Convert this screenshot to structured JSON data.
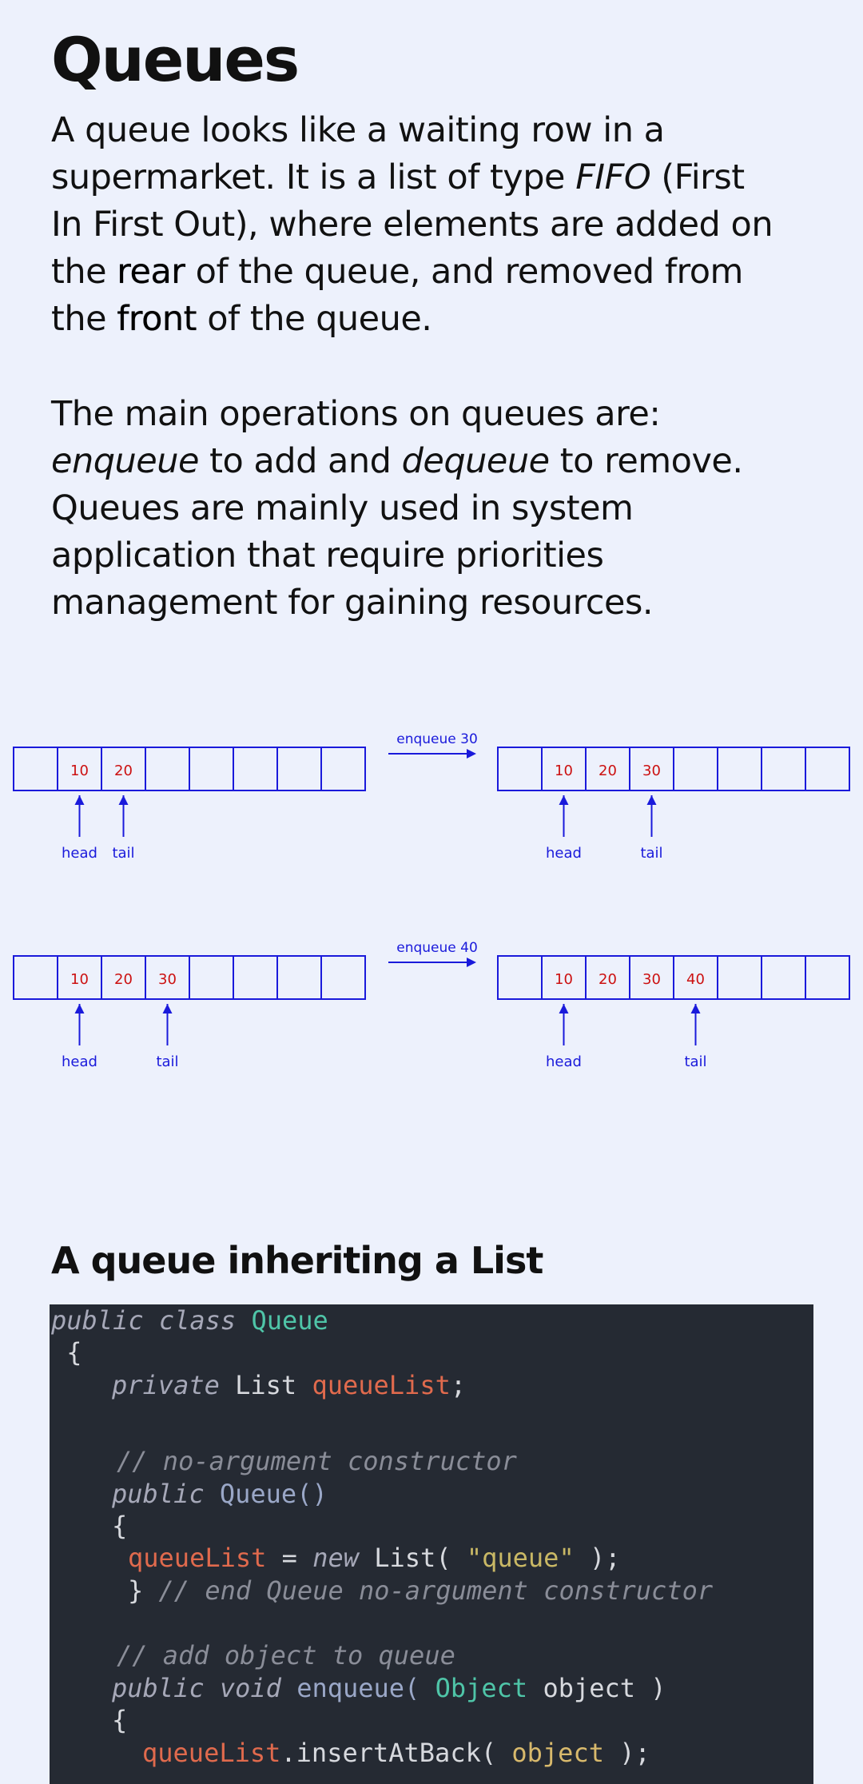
{
  "title": "Queues",
  "para1": {
    "l1": "A queue looks like a waiting row in a",
    "l2_a": "supermarket. It is a list of type ",
    "l2_fifo": "FIFO",
    "l2_b": " (First",
    "l3": "In First Out), where elements are added on",
    "l4_a": "the ",
    "l4_rear": "rear",
    "l4_b": " of the queue, and removed from",
    "l5_a": "the ",
    "l5_front": "front",
    "l5_b": " of the queue."
  },
  "para2": {
    "l1": "The main operations on queues are:",
    "l2_enq": "enqueue",
    "l2_a": " to add and ",
    "l2_deq": "dequeue",
    "l2_b": " to remove.",
    "l3": "Queues are mainly used in system",
    "l4": "application that require priorities",
    "l5": "management for gaining resources."
  },
  "diagram": {
    "colors": {
      "cell_border": "#1a1adb",
      "value": "#cc1111",
      "arrow": "#1a1adb"
    },
    "row1": {
      "op_label": "enqueue 30",
      "before": [
        "",
        "10",
        "20",
        "",
        "",
        "",
        "",
        ""
      ],
      "after": [
        "",
        "10",
        "20",
        "30",
        "",
        "",
        "",
        ""
      ],
      "head_label": "head",
      "tail_label": "tail"
    },
    "row2": {
      "op_label": "enqueue 40",
      "before": [
        "",
        "10",
        "20",
        "30",
        "",
        "",
        "",
        ""
      ],
      "after": [
        "",
        "10",
        "20",
        "30",
        "40",
        "",
        "",
        ""
      ],
      "head_label": "head",
      "tail_label": "tail"
    }
  },
  "section_title": "A queue inheriting a List",
  "code": {
    "l1_kw": "public class ",
    "l1_ty": "Queue",
    "l2": " {",
    "l3_kw": "private ",
    "l3_pl": "List ",
    "l3_fld": "queueList",
    "l3_end": ";",
    "l5_cm": "// no-argument constructor",
    "l6_kw": "public ",
    "l6_fn": "Queue()",
    "l7": "{",
    "l8_fld": "queueList",
    "l8_pl": " = ",
    "l8_kw": "new ",
    "l8_pl2": "List( ",
    "l8_str": "\"queue\"",
    "l8_end": " );",
    "l9_pl": "} ",
    "l9_cm": "// end Queue no-argument constructor",
    "l11_cm": "// add object to queue",
    "l12_kw": "public void ",
    "l12_fn": "enqueue( ",
    "l12_ty": "Object ",
    "l12_pl": "object )",
    "l13": "{",
    "l14_fld": "queueList",
    "l14_pl": ".insertAtBack( ",
    "l14_arg": "object",
    "l14_end": " );"
  }
}
